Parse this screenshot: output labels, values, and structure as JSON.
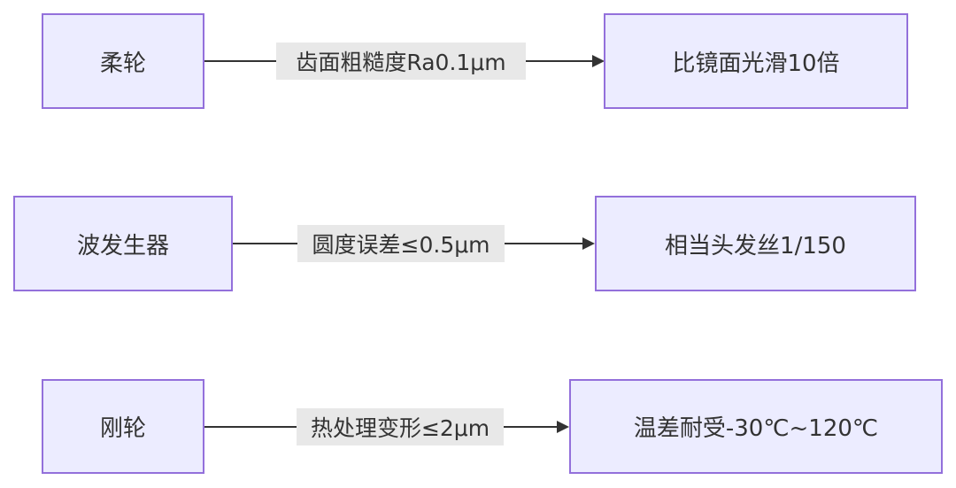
{
  "colors": {
    "node_fill": "#ececff",
    "node_border": "#9370db",
    "edge": "#333333",
    "label_bg": "#e8e8e8",
    "text": "#333333"
  },
  "rows": [
    {
      "source": "柔轮",
      "label": "齿面粗糙度Ra0.1μm",
      "target": "比镜面光滑10倍"
    },
    {
      "source": "波发生器",
      "label": "圆度误差≤0.5μm",
      "target": "相当头发丝1/150"
    },
    {
      "source": "刚轮",
      "label": "热处理变形≤2μm",
      "target": "温差耐受-30℃~120℃"
    }
  ]
}
